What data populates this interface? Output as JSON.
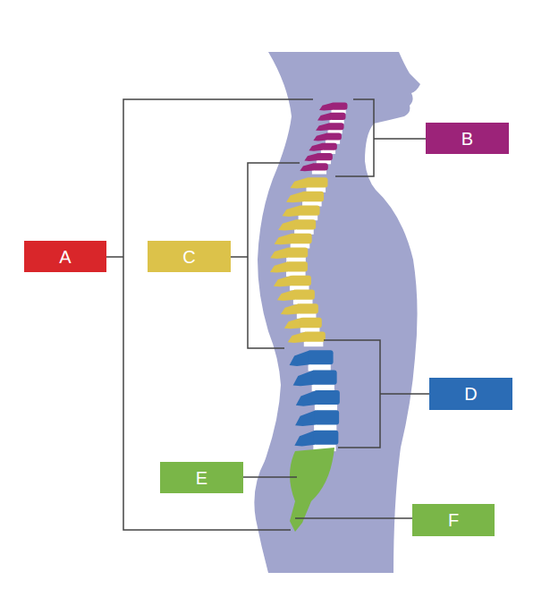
{
  "diagram": {
    "nodes": [
      {
        "text": [
          "A"
        ]
      },
      {
        "text": [
          "B"
        ]
      },
      {
        "text": [
          "C"
        ]
      },
      {
        "text": [
          "D"
        ]
      },
      {
        "text": [
          "E"
        ]
      },
      {
        "text": [
          "F"
        ]
      }
    ]
  }
}
